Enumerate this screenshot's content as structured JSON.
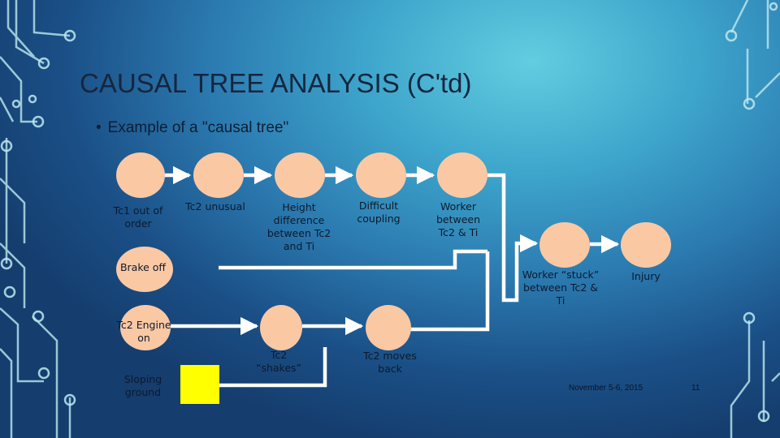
{
  "slide": {
    "title": "CAUSAL TREE ANALYSIS (C'td)",
    "bullet": "Example of a \"causal tree\"",
    "bullet_symbol": "•",
    "date": "November 5-6, 2015",
    "page": "11"
  },
  "tree": {
    "labels": {
      "tc1": "Tc1 out of order",
      "tc2_unusual": "Tc2 unusual",
      "height": "Height difference between Tc2 and Ti",
      "coupling": "Difficult coupling",
      "worker_between": "Worker between Tc2 & Ti",
      "brake_off": "Brake off",
      "worker_stuck": "Worker “stuck” between Tc2 & Ti",
      "injury": "Injury",
      "engine_on": "Tc2 Engine on",
      "shakes": "Tc2 “shakes”",
      "moves_back": "Tc2 moves back",
      "sloping": "Sloping ground"
    }
  },
  "colors": {
    "node_fill": "#fbc8a4",
    "connector": "#ffffff",
    "highlight_node": "#ffff00",
    "circuit": "#bfe9f0"
  }
}
